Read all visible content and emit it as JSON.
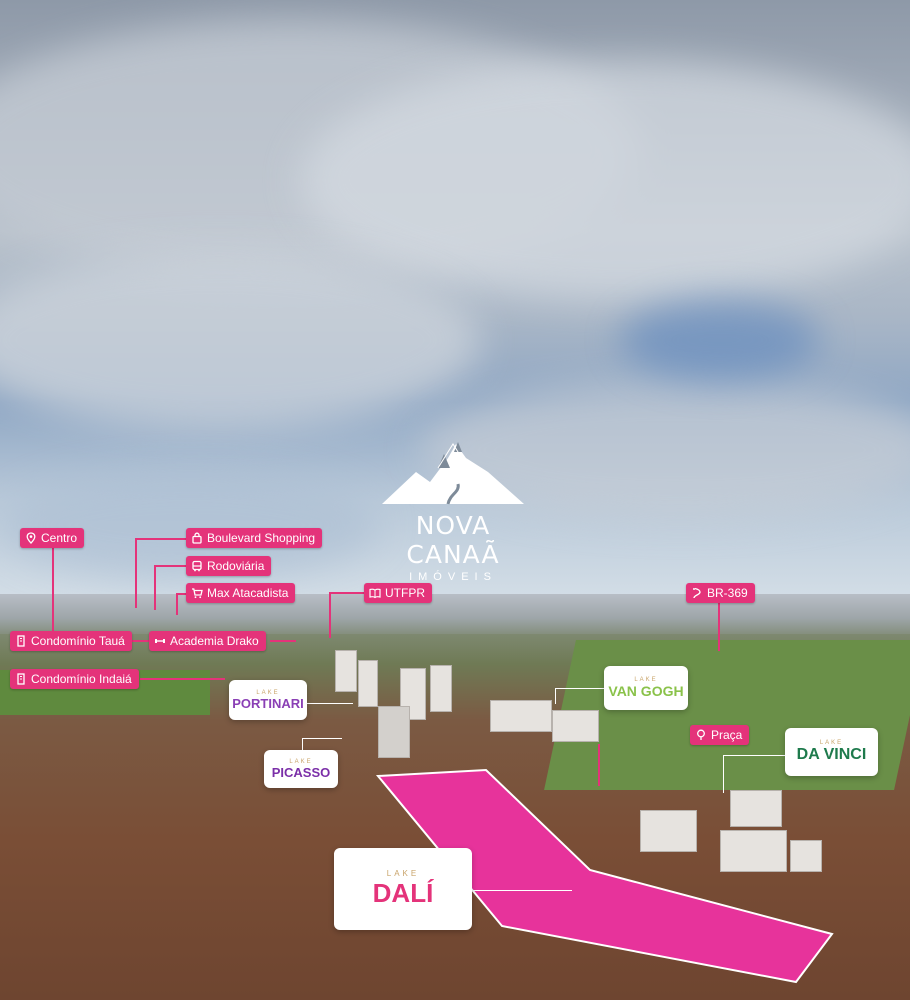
{
  "logo": {
    "brand": "NOVA CANAÃ",
    "subtitle": "IMÓVEIS",
    "color": "#ffffff"
  },
  "accent_color": "#e4337a",
  "tags": {
    "centro": {
      "label": "Centro",
      "icon": "map-pin-icon"
    },
    "boulevard": {
      "label": "Boulevard Shopping",
      "icon": "shopping-bag-icon"
    },
    "rodoviaria": {
      "label": "Rodoviária",
      "icon": "bus-icon"
    },
    "max": {
      "label": "Max Atacadista",
      "icon": "shopping-cart-icon"
    },
    "utfpr": {
      "label": "UTFPR",
      "icon": "book-icon"
    },
    "br369": {
      "label": "BR-369",
      "icon": "road-icon"
    },
    "taua": {
      "label": "Condomínio Tauá",
      "icon": "building-icon"
    },
    "drako": {
      "label": "Academia Drako",
      "icon": "dumbbell-icon"
    },
    "indaia": {
      "label": "Condomínio Indaiá",
      "icon": "building-icon"
    },
    "praca": {
      "label": "Praça",
      "icon": "tree-icon"
    }
  },
  "cards": {
    "portinari": {
      "prefix": "LAKE",
      "name": "PORTINARI",
      "color": "#8a3fb5"
    },
    "picasso": {
      "prefix": "LAKE",
      "name": "PICASSO",
      "color": "#7b2fa8"
    },
    "vangogh": {
      "prefix": "LAKE",
      "name": "VAN GOGH",
      "color": "#8ac24a"
    },
    "davinci": {
      "prefix": "LAKE",
      "name": "DA VINCI",
      "color": "#1e7a4c"
    },
    "dali": {
      "prefix": "LAKE",
      "name": "DALÍ",
      "color": "#e4337a"
    }
  }
}
